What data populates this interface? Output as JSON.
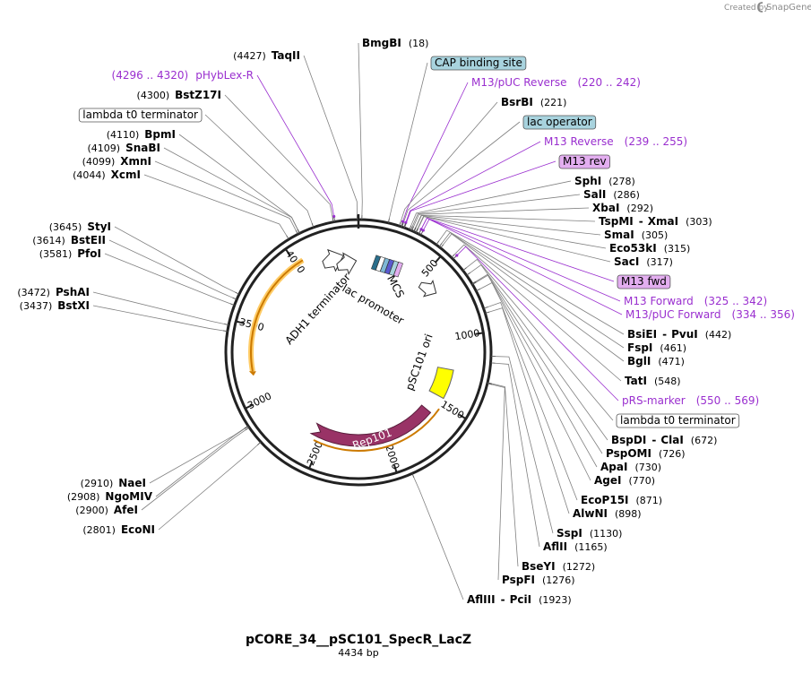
{
  "credit": {
    "text": "Created by",
    "brand": "SnapGene",
    "icon": "snapgene-logo-icon"
  },
  "plasmid": {
    "name": "pCORE_34__pSC101_SpecR_LacZ",
    "size_label": "4434 bp",
    "length": 4434
  },
  "ticks": [
    {
      "bp": 500,
      "label": "500"
    },
    {
      "bp": 1000,
      "label": "1000"
    },
    {
      "bp": 1500,
      "label": "1500"
    },
    {
      "bp": 2000,
      "label": "2000"
    },
    {
      "bp": 2500,
      "label": "2500"
    },
    {
      "bp": 3000,
      "label": "3000"
    },
    {
      "bp": 3500,
      "label": "3500"
    },
    {
      "bp": 4000,
      "label": "4000"
    }
  ],
  "sites": [
    {
      "id": "bmgbi",
      "side": "R",
      "row": 52,
      "name": "BmgBI",
      "pos": "(18)",
      "bp": 18,
      "kind": "enzyme"
    },
    {
      "id": "cap",
      "side": "R",
      "row": 74,
      "name": "CAP binding site",
      "pos": "",
      "bp": 160,
      "kind": "feature_box",
      "color": "#a8d3de"
    },
    {
      "id": "m13puc-rev",
      "side": "R",
      "row": 96,
      "name": "M13/pUC Reverse",
      "pos": "(220 .. 242)",
      "bp": 231,
      "kind": "primer"
    },
    {
      "id": "bsrbi",
      "side": "R",
      "row": 118,
      "name": "BsrBI",
      "pos": "(221)",
      "bp": 221,
      "kind": "enzyme"
    },
    {
      "id": "lacop",
      "side": "R",
      "row": 140,
      "name": "lac operator",
      "pos": "",
      "bp": 236,
      "kind": "feature_box",
      "color": "#a8d3de"
    },
    {
      "id": "m13-reverse",
      "side": "R",
      "row": 162,
      "name": "M13 Reverse",
      "pos": "(239 .. 255)",
      "bp": 247,
      "kind": "primer"
    },
    {
      "id": "m13rev",
      "side": "R",
      "row": 184,
      "name": "M13 rev",
      "pos": "",
      "bp": 250,
      "kind": "primer_box",
      "color": "#e3aef0"
    },
    {
      "id": "sphi",
      "side": "R",
      "row": 206,
      "name": "SphI",
      "pos": "(278)",
      "bp": 278,
      "kind": "enzyme"
    },
    {
      "id": "sali",
      "side": "R",
      "row": 221,
      "name": "SalI",
      "pos": "(286)",
      "bp": 286,
      "kind": "enzyme"
    },
    {
      "id": "xbai",
      "side": "R",
      "row": 236,
      "name": "XbaI",
      "pos": "(292)",
      "bp": 292,
      "kind": "enzyme"
    },
    {
      "id": "tspmi",
      "side": "R",
      "row": 251,
      "name": "TspMI",
      "name2": "XmaI",
      "pos": "(303)",
      "bp": 303,
      "kind": "enzyme"
    },
    {
      "id": "smai",
      "side": "R",
      "row": 266,
      "name": "SmaI",
      "pos": "(305)",
      "bp": 305,
      "kind": "enzyme"
    },
    {
      "id": "eco53ki",
      "side": "R",
      "row": 281,
      "name": "Eco53kI",
      "pos": "(315)",
      "bp": 315,
      "kind": "enzyme"
    },
    {
      "id": "saci",
      "side": "R",
      "row": 296,
      "name": "SacI",
      "pos": "(317)",
      "bp": 317,
      "kind": "enzyme"
    },
    {
      "id": "m13fwd",
      "side": "R",
      "row": 318,
      "name": "M13 fwd",
      "pos": "",
      "bp": 333,
      "kind": "primer_box",
      "color": "#e3aef0"
    },
    {
      "id": "m13-forward",
      "side": "R",
      "row": 340,
      "name": "M13 Forward",
      "pos": "(325 .. 342)",
      "bp": 333,
      "kind": "primer"
    },
    {
      "id": "m13puc-fwd",
      "side": "R",
      "row": 355,
      "name": "M13/pUC Forward",
      "pos": "(334 .. 356)",
      "bp": 345,
      "kind": "primer"
    },
    {
      "id": "bsiei",
      "side": "R",
      "row": 377,
      "name": "BsiEI",
      "name2": "PvuI",
      "pos": "(442)",
      "bp": 442,
      "kind": "enzyme"
    },
    {
      "id": "fspi",
      "side": "R",
      "row": 392,
      "name": "FspI",
      "pos": "(461)",
      "bp": 461,
      "kind": "enzyme"
    },
    {
      "id": "bgli",
      "side": "R",
      "row": 407,
      "name": "BglI",
      "pos": "(471)",
      "bp": 471,
      "kind": "enzyme"
    },
    {
      "id": "tati",
      "side": "R",
      "row": 429,
      "name": "TatI",
      "pos": "(548)",
      "bp": 548,
      "kind": "enzyme"
    },
    {
      "id": "prs",
      "side": "R",
      "row": 451,
      "name": "pRS-marker",
      "pos": "(550 .. 569)",
      "bp": 560,
      "kind": "primer"
    },
    {
      "id": "lambda-r",
      "side": "R",
      "row": 473,
      "name": "lambda t0 terminator",
      "pos": "",
      "bp": 640,
      "kind": "feature_box",
      "color": "#ffffff"
    },
    {
      "id": "bspdi",
      "side": "R",
      "row": 495,
      "name": "BspDI",
      "name2": "ClaI",
      "pos": "(672)",
      "bp": 672,
      "kind": "enzyme"
    },
    {
      "id": "pspomi",
      "side": "R",
      "row": 510,
      "name": "PspOMI",
      "pos": "(726)",
      "bp": 726,
      "kind": "enzyme"
    },
    {
      "id": "apai",
      "side": "R",
      "row": 525,
      "name": "ApaI",
      "pos": "(730)",
      "bp": 730,
      "kind": "enzyme"
    },
    {
      "id": "agei",
      "side": "R",
      "row": 540,
      "name": "AgeI",
      "pos": "(770)",
      "bp": 770,
      "kind": "enzyme"
    },
    {
      "id": "ecop15i",
      "side": "R",
      "row": 562,
      "name": "EcoP15I",
      "pos": "(871)",
      "bp": 871,
      "kind": "enzyme"
    },
    {
      "id": "alwni",
      "side": "R",
      "row": 577,
      "name": "AlwNI",
      "pos": "(898)",
      "bp": 898,
      "kind": "enzyme"
    },
    {
      "id": "sspi",
      "side": "R",
      "row": 599,
      "name": "SspI",
      "pos": "(1130)",
      "bp": 1130,
      "kind": "enzyme"
    },
    {
      "id": "aflii",
      "side": "R",
      "row": 614,
      "name": "AflII",
      "pos": "(1165)",
      "bp": 1165,
      "kind": "enzyme"
    },
    {
      "id": "bseyi",
      "side": "R",
      "row": 636,
      "name": "BseYI",
      "pos": "(1272)",
      "bp": 1272,
      "kind": "enzyme"
    },
    {
      "id": "pspfi",
      "side": "R",
      "row": 651,
      "name": "PspFI",
      "pos": "(1276)",
      "bp": 1276,
      "kind": "enzyme"
    },
    {
      "id": "afliii",
      "side": "R",
      "row": 673,
      "name": "AflIII",
      "name2": "PciI",
      "pos": "(1923)",
      "bp": 1923,
      "kind": "enzyme"
    },
    {
      "id": "econi",
      "side": "L",
      "row": 595,
      "name": "EcoNI",
      "pos": "(2801)",
      "bp": 2801,
      "kind": "enzyme"
    },
    {
      "id": "afei",
      "side": "L",
      "row": 573,
      "name": "AfeI",
      "pos": "(2900)",
      "bp": 2900,
      "kind": "enzyme"
    },
    {
      "id": "ngomiv",
      "side": "L",
      "row": 558,
      "name": "NgoMIV",
      "pos": "(2908)",
      "bp": 2908,
      "kind": "enzyme"
    },
    {
      "id": "naei",
      "side": "L",
      "row": 543,
      "name": "NaeI",
      "pos": "(2910)",
      "bp": 2910,
      "kind": "enzyme"
    },
    {
      "id": "bstxi",
      "side": "L",
      "row": 345,
      "name": "BstXI",
      "pos": "(3437)",
      "bp": 3437,
      "kind": "enzyme"
    },
    {
      "id": "pshai",
      "side": "L",
      "row": 330,
      "name": "PshAI",
      "pos": "(3472)",
      "bp": 3472,
      "kind": "enzyme"
    },
    {
      "id": "pfoi",
      "side": "L",
      "row": 287,
      "name": "PfoI",
      "pos": "(3581)",
      "bp": 3581,
      "kind": "enzyme"
    },
    {
      "id": "bsteii",
      "side": "L",
      "row": 272,
      "name": "BstEII",
      "pos": "(3614)",
      "bp": 3614,
      "kind": "enzyme"
    },
    {
      "id": "styi",
      "side": "L",
      "row": 257,
      "name": "StyI",
      "pos": "(3645)",
      "bp": 3645,
      "kind": "enzyme"
    },
    {
      "id": "xcmi",
      "side": "L",
      "row": 199,
      "name": "XcmI",
      "pos": "(4044)",
      "bp": 4044,
      "kind": "enzyme"
    },
    {
      "id": "xmni",
      "side": "L",
      "row": 184,
      "name": "XmnI",
      "pos": "(4099)",
      "bp": 4099,
      "kind": "enzyme"
    },
    {
      "id": "snabi",
      "side": "L",
      "row": 169,
      "name": "SnaBI",
      "pos": "(4109)",
      "bp": 4109,
      "kind": "enzyme"
    },
    {
      "id": "bpmi",
      "side": "L",
      "row": 154,
      "name": "BpmI",
      "pos": "(4110)",
      "bp": 4110,
      "kind": "enzyme"
    },
    {
      "id": "lambda-l",
      "side": "L",
      "row": 132,
      "name": "lambda t0 terminator",
      "pos": "",
      "bp": 4190,
      "kind": "feature_box",
      "color": "#ffffff"
    },
    {
      "id": "bstz17i",
      "side": "L",
      "row": 110,
      "name": "BstZ17I",
      "pos": "(4300)",
      "bp": 4300,
      "kind": "enzyme"
    },
    {
      "id": "phyblex",
      "side": "L",
      "row": 88,
      "name": "pHybLex-R",
      "pos": "(4296 .. 4320)",
      "bp": 4308,
      "kind": "primer"
    },
    {
      "id": "taqii",
      "side": "L",
      "row": 66,
      "name": "TaqII",
      "pos": "(4427)",
      "bp": 4427,
      "kind": "enzyme"
    }
  ],
  "features": [
    {
      "id": "adh1",
      "name": "ADH1 terminator",
      "start": 4150,
      "end": 4330,
      "color": "#ffffff",
      "direction": "reverse"
    },
    {
      "id": "lacpro",
      "name": "lac promoter",
      "start": 135,
      "end": 165,
      "color": "#ffffff",
      "direction": "forward"
    },
    {
      "id": "mcs",
      "name": "MCS",
      "start": 278,
      "end": 320,
      "color": "#ffffff",
      "direction": "none"
    },
    {
      "id": "pso101",
      "name": "pSC101 ori",
      "start": 1240,
      "end": 1460,
      "color": "#ffff00",
      "direction": "none"
    },
    {
      "id": "rep101",
      "name": "Rep101",
      "start": 1600,
      "end": 2530,
      "color": "#993366",
      "direction": "reverse"
    },
    {
      "id": "specr",
      "name": "",
      "start": 3200,
      "end": 4050,
      "color": "#ff9900",
      "direction": "reverse"
    }
  ],
  "colors": {
    "enzyme_line": "#808080",
    "primer": "#9a2fcf",
    "ring": "#222222"
  }
}
